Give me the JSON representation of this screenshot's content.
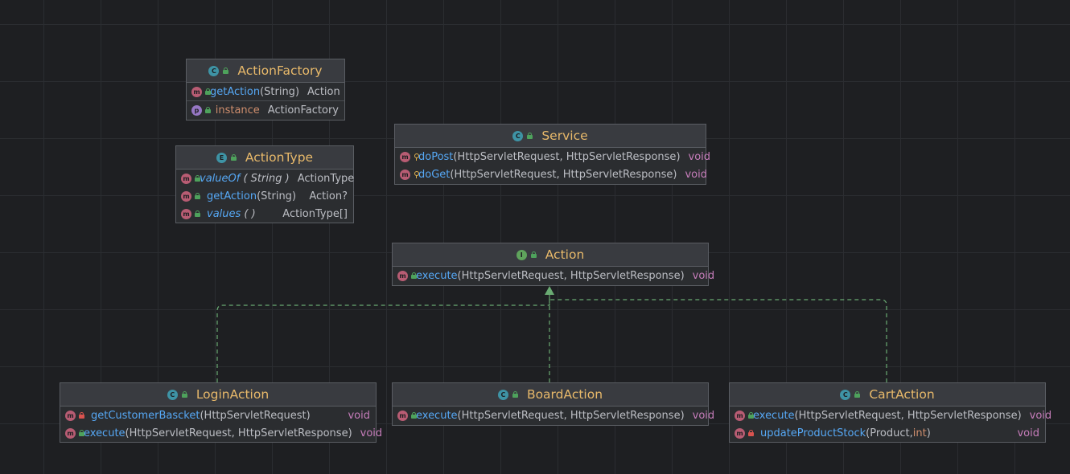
{
  "colors": {
    "background": "#1e1f22",
    "class_title": "#e8b96a",
    "method_name": "#56a8f5",
    "void_keyword": "#c77dbb",
    "arrow": "#6aab73"
  },
  "classes": {
    "action_factory": {
      "icon": "C",
      "name": "ActionFactory",
      "members": [
        {
          "kind": "m",
          "name": "getAction",
          "params": "String",
          "returns": "Action"
        },
        {
          "kind": "p",
          "name": "instance",
          "returns": "ActionFactory"
        }
      ]
    },
    "action_type": {
      "icon": "E",
      "name": "ActionType",
      "members": [
        {
          "kind": "m",
          "name": "valueOf",
          "params": "String",
          "returns": "ActionType"
        },
        {
          "kind": "m",
          "name": "getAction",
          "params": "String",
          "returns": "Action?"
        },
        {
          "kind": "m",
          "name": "values",
          "params": "",
          "returns": "ActionType[]"
        }
      ]
    },
    "service": {
      "icon": "C",
      "name": "Service",
      "members": [
        {
          "kind": "m",
          "name": "doPost",
          "params": "HttpServletRequest, HttpServletResponse",
          "returns": "void"
        },
        {
          "kind": "m",
          "name": "doGet",
          "params": "HttpServletRequest, HttpServletResponse",
          "returns": "void"
        }
      ]
    },
    "action": {
      "icon": "I",
      "name": "Action",
      "members": [
        {
          "kind": "m",
          "name": "execute",
          "params": "HttpServletRequest, HttpServletResponse",
          "returns": "void"
        }
      ]
    },
    "login_action": {
      "icon": "C",
      "name": "LoginAction",
      "members": [
        {
          "kind": "m",
          "name": "getCustomerBascket",
          "params": "HttpServletRequest",
          "returns": "void"
        },
        {
          "kind": "m",
          "name": "execute",
          "params": "HttpServletRequest, HttpServletResponse",
          "returns": "void"
        }
      ]
    },
    "board_action": {
      "icon": "C",
      "name": "BoardAction",
      "members": [
        {
          "kind": "m",
          "name": "execute",
          "params": "HttpServletRequest, HttpServletResponse",
          "returns": "void"
        }
      ]
    },
    "cart_action": {
      "icon": "C",
      "name": "CartAction",
      "members": [
        {
          "kind": "m",
          "name": "execute",
          "params": "HttpServletRequest, HttpServletResponse",
          "returns": "void"
        },
        {
          "kind": "m",
          "name": "updateProductStock",
          "params_main": "Product, ",
          "params_kw": "int",
          "returns": "void"
        }
      ]
    }
  }
}
